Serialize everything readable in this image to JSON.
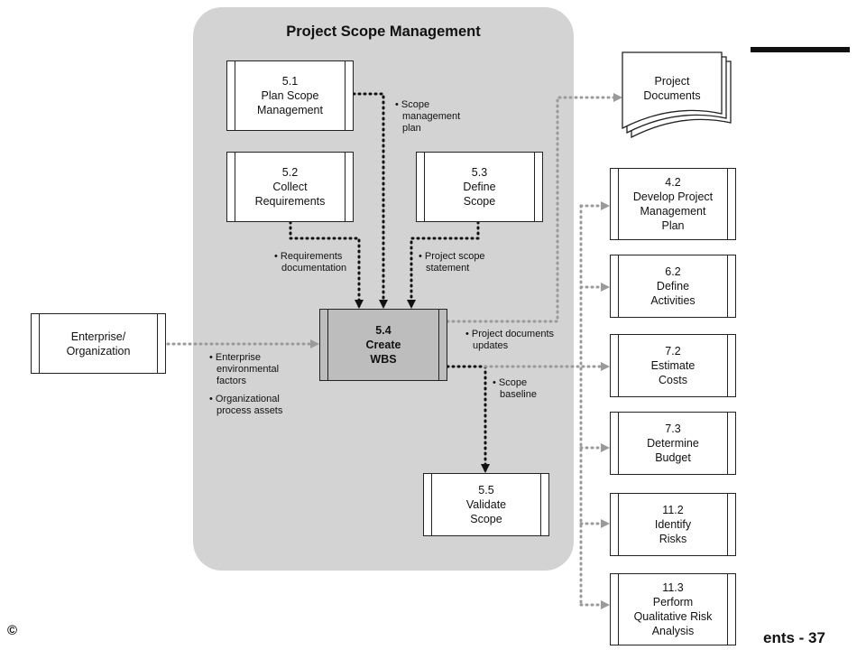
{
  "panel": {
    "title": "Project Scope Management"
  },
  "processes": {
    "plan": {
      "lines": [
        "5.1",
        "Plan Scope",
        "Management"
      ]
    },
    "collect": {
      "lines": [
        "5.2",
        "Collect",
        "Requirements"
      ]
    },
    "define": {
      "lines": [
        "5.3",
        "Define",
        "Scope"
      ]
    },
    "create": {
      "lines": [
        "5.4",
        "Create",
        "WBS"
      ]
    },
    "validate": {
      "lines": [
        "5.5",
        "Validate",
        "Scope"
      ]
    },
    "enterprise": {
      "lines": [
        "Enterprise/",
        "Organization"
      ]
    },
    "documents": {
      "lines": [
        "Project",
        "Documents"
      ]
    },
    "p42": {
      "lines": [
        "4.2",
        "Develop Project",
        "Management",
        "Plan"
      ]
    },
    "p62": {
      "lines": [
        "6.2",
        "Define",
        "Activities"
      ]
    },
    "p72": {
      "lines": [
        "7.2",
        "Estimate",
        "Costs"
      ]
    },
    "p73": {
      "lines": [
        "7.3",
        "Determine",
        "Budget"
      ]
    },
    "p112": {
      "lines": [
        "11.2",
        "Identify",
        "Risks"
      ]
    },
    "p113": {
      "lines": [
        "11.3",
        "Perform",
        "Qualitative Risk",
        "Analysis"
      ]
    }
  },
  "labels": {
    "scope_mgmt_plan": [
      "• Scope",
      "management",
      "plan"
    ],
    "req_doc": [
      "• Requirements",
      "documentation"
    ],
    "proj_scope_stmt": [
      "• Project scope",
      "statement"
    ],
    "proj_doc_updates": [
      "• Project documents",
      "updates"
    ],
    "scope_baseline": [
      "• Scope",
      "baseline"
    ],
    "eef": [
      "• Enterprise",
      "environmental",
      "factors"
    ],
    "opa": [
      "• Organizational",
      "process assets"
    ]
  },
  "footer": {
    "left": "©",
    "right": "ents - 37"
  }
}
